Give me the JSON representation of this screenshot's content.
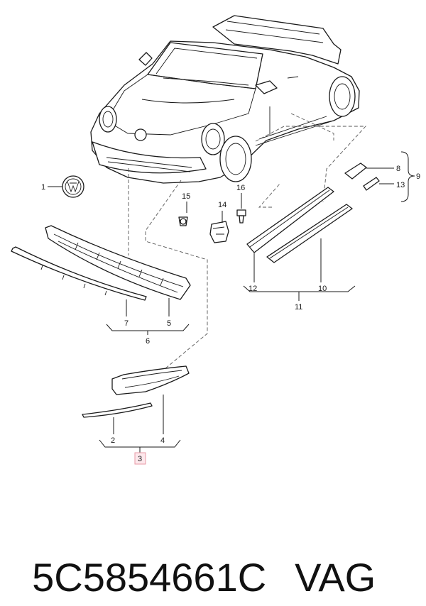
{
  "callouts": {
    "c1": "1",
    "c2": "2",
    "c3": "3",
    "c4": "4",
    "c5": "5",
    "c6": "6",
    "c7": "7",
    "c8": "8",
    "c9": "9",
    "c10": "10",
    "c11": "11",
    "c12": "12",
    "c13": "13",
    "c14": "14",
    "c15": "15",
    "c16": "16"
  },
  "caption": {
    "part_number": "5C5854661C",
    "brand": "VAG"
  },
  "colors": {
    "line": "#1a1a1a",
    "highlight_box": "#e89aa6",
    "highlight_fill": "#fde8ec"
  },
  "icons": {
    "emblem": "vw-emblem-icon"
  }
}
